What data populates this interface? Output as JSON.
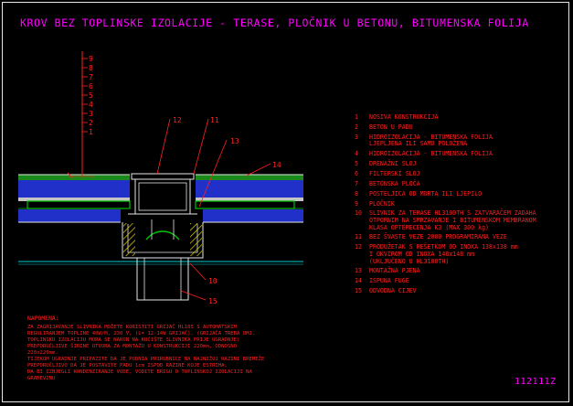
{
  "title": "KROV BEZ TOPLINSKE IZOLACIJE - TERASE, PLOČNIK U BETONU, BITUMENSKA FOLIJA",
  "drawing_code": "112111Z",
  "layer_scale": [
    "9",
    "8",
    "7",
    "6",
    "5",
    "4",
    "3",
    "2",
    "1"
  ],
  "callouts": {
    "c11": "11",
    "c12": "12",
    "c13": "13",
    "c14": "14",
    "c10": "10",
    "c15": "15"
  },
  "legend": [
    {
      "num": "1",
      "text": "NOSIVA KONSTRUKCIJA"
    },
    {
      "num": "2",
      "text": "BETON U PADU"
    },
    {
      "num": "3",
      "text": "HIDROIZOLACIJA - BITUMENSKA FOLIJA\nLJEPLJENA ILI SAMO POLOŽENA"
    },
    {
      "num": "4",
      "text": "HIDROIZOLACIJA - BITUMENSKA FOLIJA"
    },
    {
      "num": "5",
      "text": "DRENAŽNI SLOJ"
    },
    {
      "num": "6",
      "text": "FILTERSKI SLOJ"
    },
    {
      "num": "7",
      "text": "BETONSKA PLOČA"
    },
    {
      "num": "8",
      "text": "POSTELJICA OD MORTA ILI LJEPILO"
    },
    {
      "num": "9",
      "text": "PLOČNIK"
    },
    {
      "num": "10",
      "text": "SLIVNIK ZA TERASE HL3100TH S ZATVARAČEM ZADAHA\nOTPORNIM NA SMRZAVANJE I BITUMENSKOM MEMBRANOM\nKLASA OPTERECENJA K3 (MAX 300 kg)"
    },
    {
      "num": "11",
      "text": "BEZ ŠVASTE VEZE 2000 PROGRAMIRANA VEZE"
    },
    {
      "num": "12",
      "text": "PRODUŽETAK S REŠETKOM OD INOXA 138x138 mm\nI OKVIROM OD INOXA 148x148 mm\n(UKLJUČENO U HL3100TH)"
    },
    {
      "num": "13",
      "text": "MONTAŽNA PJENA"
    },
    {
      "num": "14",
      "text": "ISPUNA FUGE"
    },
    {
      "num": "15",
      "text": "ODVODNA CIJEV"
    }
  ],
  "notes": {
    "heading": "NAPOMENA:",
    "body": "ZA ZAGRIJAVANJE SLIVNIKA MOŽETE KORISTITI GRIJAČ HL105 S AUTOMATSKIM\nREGULIRANJEM TOPLINE 40W/M, 230 V, (L= 12-14W GRIJAČ). (GRIJAČA TREBA UMJ.\nTOPLINSKU IZOLACIJU MORA SE NAKON NA KUĆIŠTE SLIVNIKA PRIJE UGRADNJE)\nPREPORUČLJIVE ŠIRINE OTVORA ZA MONTAŽU U KONSTRUKCIJI 220mm, ODNOSNO\n220x220mm.\nTIJEKOM UGRADNJE PRIPAZITE DA JE PODNIA PRIRUBNICE NA NAJNIŽOJ RAZINI BREMEŽE\nPREPORUČLJIVO DA JE POSTAVITE PADU 1cm ISPOD RAZINE KOJE ESTRIHA,\nDA BI IZBJEGLI KONDENZIRANJE VODE, VODITE BRIGU O TOPLINSKOJ IZOLACIJI NA\nGRAĐEVINU"
  },
  "colors": {
    "title": "#ff00ff",
    "legend_text": "#ff2020",
    "leader": "#ff2020",
    "concrete_blue": "#2030c8",
    "layer_green": "#00c000",
    "outline": "#e6e6e6",
    "hatch_yellow": "#e6d200",
    "rule_cyan": "#00d0d0"
  }
}
